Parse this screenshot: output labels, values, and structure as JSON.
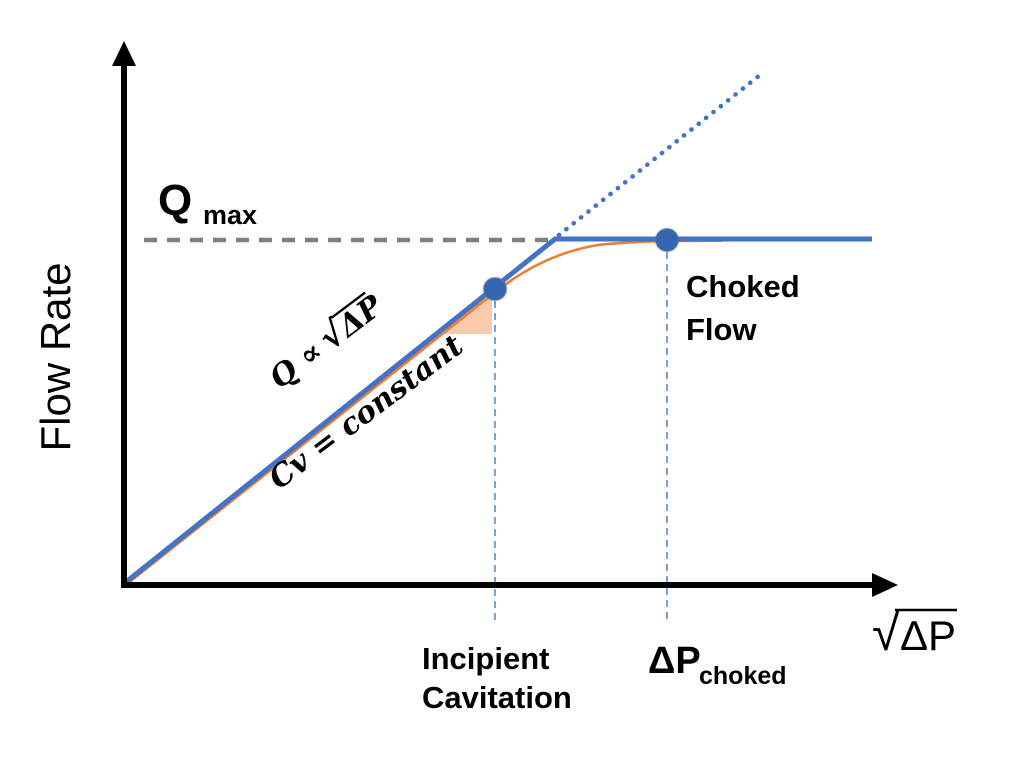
{
  "colors": {
    "blue": "#4472C4",
    "dot_blue": "#3566B2",
    "orange": "#ED7D31",
    "peach": "#F8CBAD",
    "gray_dash": "#7F7F7F",
    "dropline_blue": "#7DA0D6",
    "text": "#000000"
  },
  "axis": {
    "y_label": "Flow Rate",
    "x_label": {
      "radical": "√",
      "arg": "ΔP"
    }
  },
  "annotations": {
    "qmax": {
      "main": "Q",
      "sub": "max"
    },
    "proportionality": {
      "prefix": "Q ∝",
      "radical": "√",
      "arg": "ΔP"
    },
    "cv_constant": "Cv = constant",
    "incipient": {
      "line1": "Incipient",
      "line2": "Cavitation"
    },
    "dp_choked": {
      "main": "ΔP",
      "sub": "choked"
    },
    "choked_flow": {
      "line1": "Choked",
      "line2": "Flow"
    }
  },
  "chart_data": {
    "type": "line",
    "title": "",
    "xlabel": "√ΔP",
    "ylabel": "Flow Rate",
    "axes_numeric": false,
    "grid": false,
    "legend": false,
    "qmax_level": 0.64,
    "series": [
      {
        "name": "Valve flow, Cv = constant (Q ∝ √ΔP), flat at Qmax after choking",
        "color": "#4472C4",
        "style": "solid",
        "x": [
          0.0,
          0.558,
          0.97
        ],
        "y": [
          0.0,
          0.638,
          0.638
        ]
      },
      {
        "name": "Unchoked linear extrapolation",
        "color": "#4472C4",
        "style": "dotted",
        "x": [
          0.558,
          0.823
        ],
        "y": [
          0.638,
          0.944
        ]
      },
      {
        "name": "Actual flow with cavitation",
        "color": "#ED7D31",
        "style": "solid",
        "x": [
          0.0,
          0.48,
          0.613,
          0.7,
          0.774
        ],
        "y": [
          0.0,
          0.546,
          0.627,
          0.637,
          0.638
        ]
      },
      {
        "name": "Qmax reference level",
        "color": "#7F7F7F",
        "style": "dashed",
        "x": [
          0.026,
          0.553
        ],
        "y": [
          0.638,
          0.638
        ]
      }
    ],
    "markers": [
      {
        "label": "Incipient Cavitation",
        "x": 0.48,
        "y": 0.546
      },
      {
        "label": "Choked Flow (ΔP choked)",
        "x": 0.703,
        "y": 0.638
      }
    ]
  }
}
